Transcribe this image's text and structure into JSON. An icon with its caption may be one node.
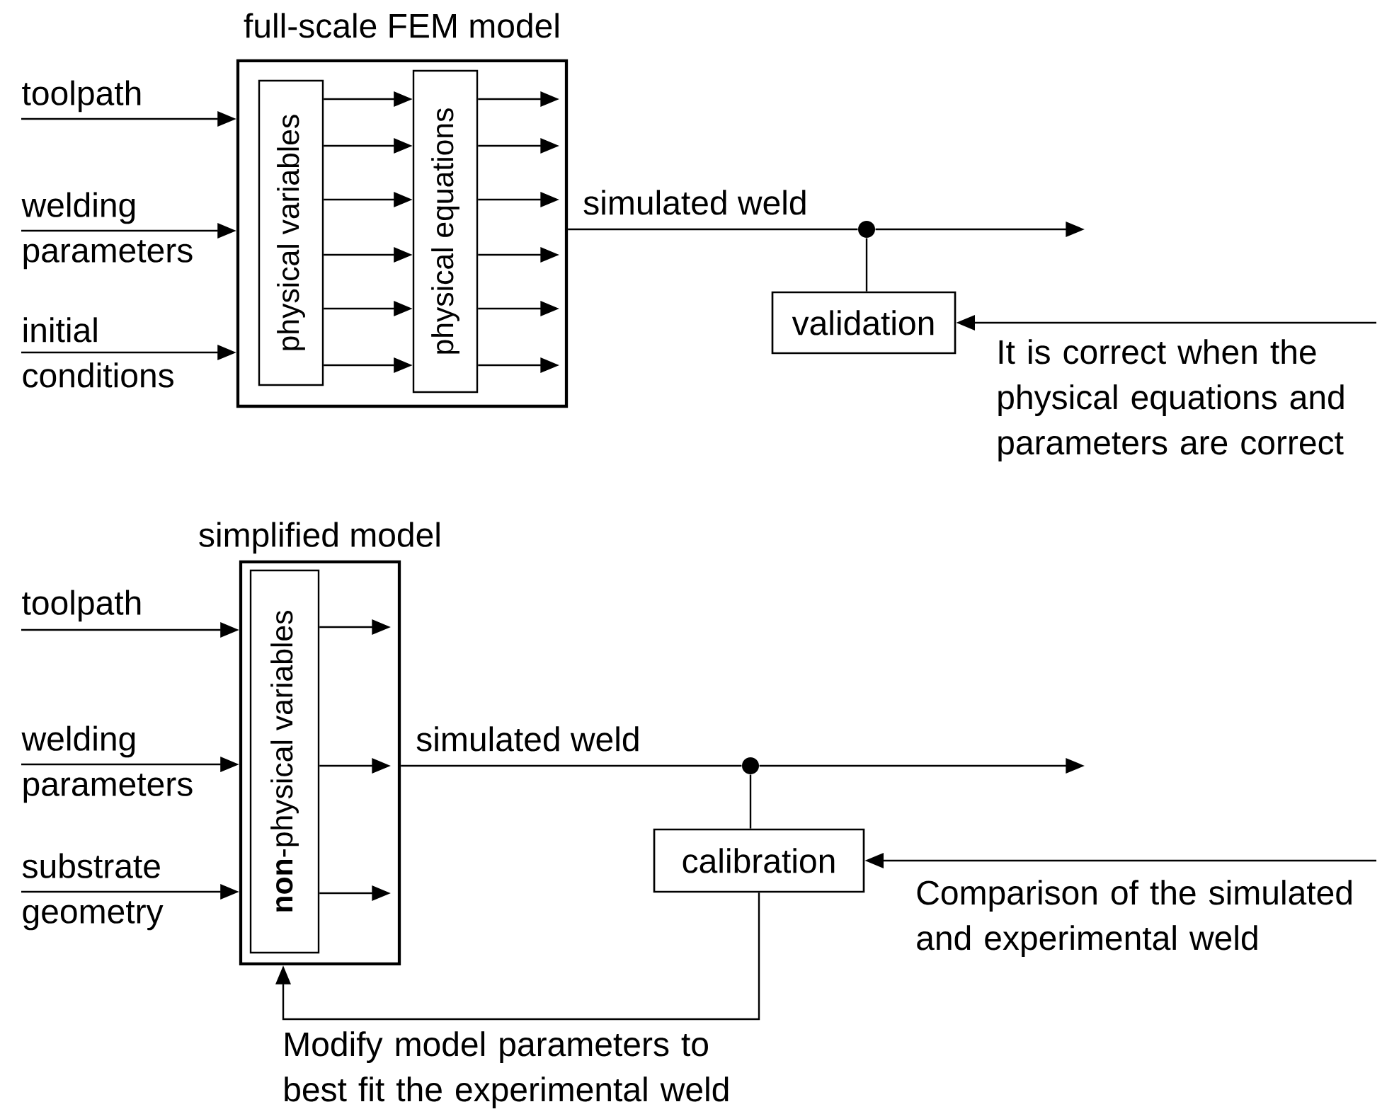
{
  "diagram": {
    "nodes": [
      {
        "text": [
          "toolpath"
        ]
      },
      {
        "text": [
          "welding parameters"
        ]
      },
      {
        "text": [
          "initial conditions"
        ]
      },
      {
        "text": [
          "full-scale FEM model"
        ]
      },
      {
        "text": [
          "physical variables"
        ],
        "in": 3
      },
      {
        "text": [
          "physical equations"
        ],
        "in": 3
      },
      {
        "text": [],
        "shape": "circle"
      },
      {
        "text": [
          "validation"
        ]
      },
      {
        "text": [
          "toolpath"
        ]
      },
      {
        "text": [
          "welding parameters"
        ]
      },
      {
        "text": [
          "substrate geometry"
        ]
      },
      {
        "text": [
          "simplified model"
        ]
      },
      {
        "text": [
          "**non**-physical variables"
        ],
        "in": 11
      },
      {
        "text": [],
        "shape": "circle"
      },
      {
        "text": [
          "calibration"
        ]
      }
    ],
    "edges": [
      {
        "from": 0,
        "to": 3,
        "arrow": "to"
      },
      {
        "from": 1,
        "to": 3,
        "arrow": "to"
      },
      {
        "from": 2,
        "to": 3,
        "arrow": "to"
      },
      {
        "from": 4,
        "to": 5,
        "arrow": "to"
      },
      {
        "from": 4,
        "to": 5,
        "arrow": "to"
      },
      {
        "from": 4,
        "to": 5,
        "arrow": "to"
      },
      {
        "from": 4,
        "to": 5,
        "arrow": "to"
      },
      {
        "from": 4,
        "to": 5,
        "arrow": "to"
      },
      {
        "from": 4,
        "to": 5,
        "arrow": "to"
      },
      {
        "from": 5,
        "to": null,
        "arrow": "to"
      },
      {
        "from": 5,
        "to": null,
        "arrow": "to"
      },
      {
        "from": 5,
        "to": null,
        "arrow": "to"
      },
      {
        "from": 5,
        "to": null,
        "arrow": "to"
      },
      {
        "from": 5,
        "to": null,
        "arrow": "to"
      },
      {
        "from": 5,
        "to": null,
        "arrow": "to"
      },
      {
        "from": 3,
        "to": 6,
        "arrow": "none",
        "label": "simulated weld"
      },
      {
        "from": 6,
        "to": null,
        "arrow": "to"
      },
      {
        "from": 6,
        "to": 7,
        "arrow": "none"
      },
      {
        "from": null,
        "to": 7,
        "arrow": "to",
        "label": "It is correct when the physical equations and parameters are correct"
      },
      {
        "from": 8,
        "to": 11,
        "arrow": "to"
      },
      {
        "from": 9,
        "to": 11,
        "arrow": "to"
      },
      {
        "from": 10,
        "to": 11,
        "arrow": "to"
      },
      {
        "from": 12,
        "to": null,
        "arrow": "to"
      },
      {
        "from": 12,
        "to": null,
        "arrow": "to"
      },
      {
        "from": 12,
        "to": null,
        "arrow": "to"
      },
      {
        "from": 11,
        "to": 13,
        "arrow": "none",
        "label": "simulated weld"
      },
      {
        "from": 13,
        "to": null,
        "arrow": "to"
      },
      {
        "from": 13,
        "to": 14,
        "arrow": "none"
      },
      {
        "from": null,
        "to": 14,
        "arrow": "to",
        "label": "Comparison of the simulated and experimental weld"
      },
      {
        "from": 14,
        "to": 11,
        "arrow": "to",
        "label": "Modify model parameters to best fit the experimental weld"
      }
    ]
  }
}
